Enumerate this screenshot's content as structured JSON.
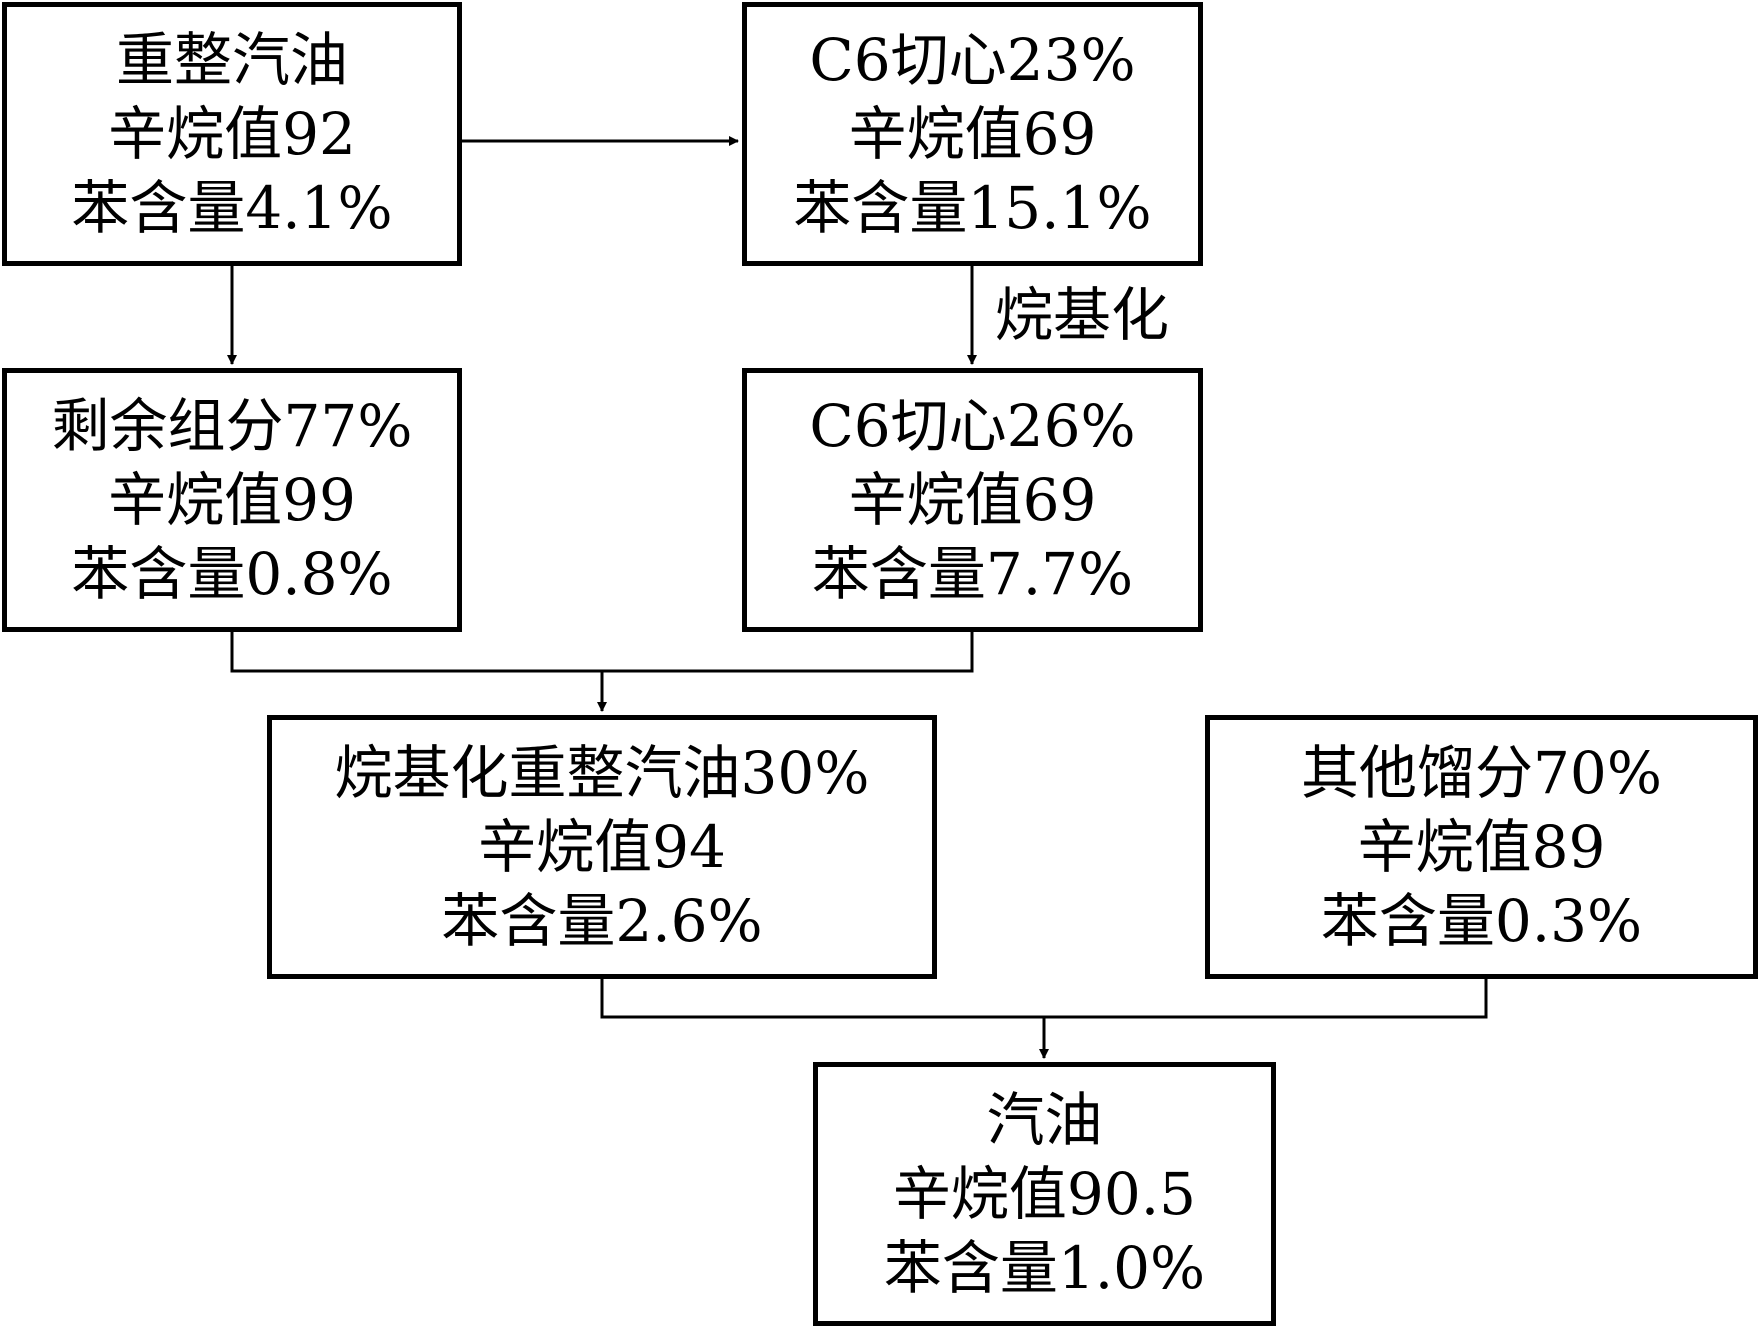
{
  "nodes": {
    "reformate": {
      "lines": [
        "重整汽油",
        "辛烷值92",
        "苯含量4.1%"
      ]
    },
    "c6_cut_1": {
      "lines": [
        "C6切心23%",
        "辛烷值69",
        "苯含量15.1%"
      ]
    },
    "remaining": {
      "lines": [
        "剩余组分77%",
        "辛烷值99",
        "苯含量0.8%"
      ]
    },
    "c6_cut_2": {
      "lines": [
        "C6切心26%",
        "辛烷值69",
        "苯含量7.7%"
      ]
    },
    "alkylated": {
      "lines": [
        "烷基化重整汽油30%",
        "辛烷值94",
        "苯含量2.6%"
      ]
    },
    "other_fractions": {
      "lines": [
        "其他馏分70%",
        "辛烷值89",
        "苯含量0.3%"
      ]
    },
    "gasoline": {
      "lines": [
        "汽油",
        "辛烷值90.5",
        "苯含量1.0%"
      ]
    }
  },
  "edge_labels": {
    "alkylation": "烷基化"
  },
  "colors": {
    "stroke": "#000000",
    "background": "#ffffff"
  }
}
